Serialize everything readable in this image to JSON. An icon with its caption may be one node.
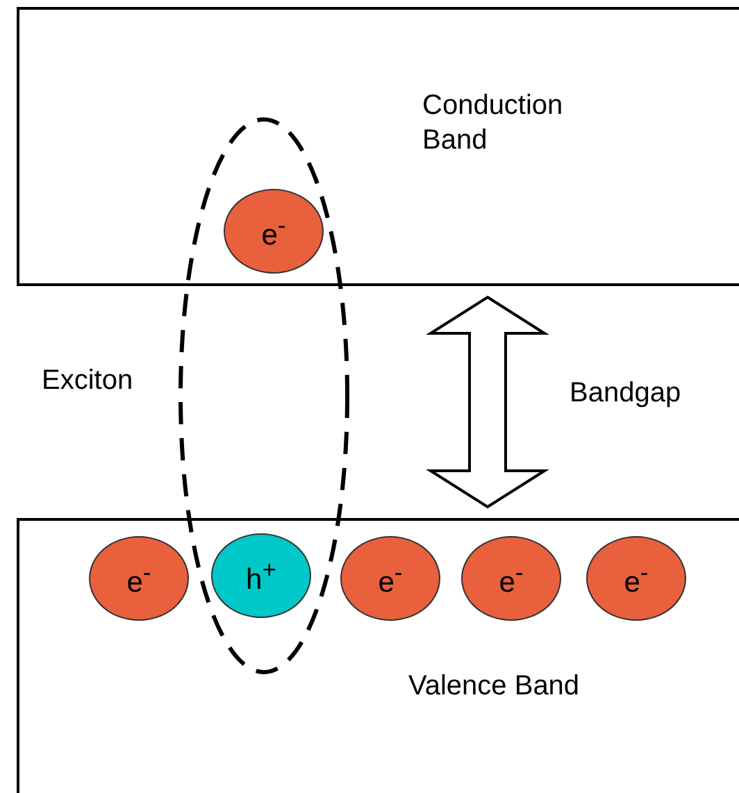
{
  "diagram": {
    "nodes": [
      {
        "text": [
          "Conduction Band"
        ]
      },
      {
        "text": [
          "e$^{-}$"
        ]
      },
      {
        "text": [],
        "shape": "ellipse",
        "beside": [
          "Exciton"
        ]
      },
      {
        "text": [
          "Valence Band"
        ]
      },
      {
        "text": [
          "e$^{-}$"
        ],
        "in": 3
      },
      {
        "text": [
          "h$^{+}$"
        ]
      },
      {
        "text": [
          "e$^{-}$"
        ],
        "in": 3
      },
      {
        "text": [
          "e$^{-}$"
        ],
        "in": 3
      },
      {
        "text": [
          "e$^{-}$"
        ],
        "in": 3
      }
    ],
    "edges": [
      {
        "from": 0,
        "to": 3,
        "arrow": "both",
        "label": "Bandgap",
        "style": "thick"
      }
    ]
  }
}
